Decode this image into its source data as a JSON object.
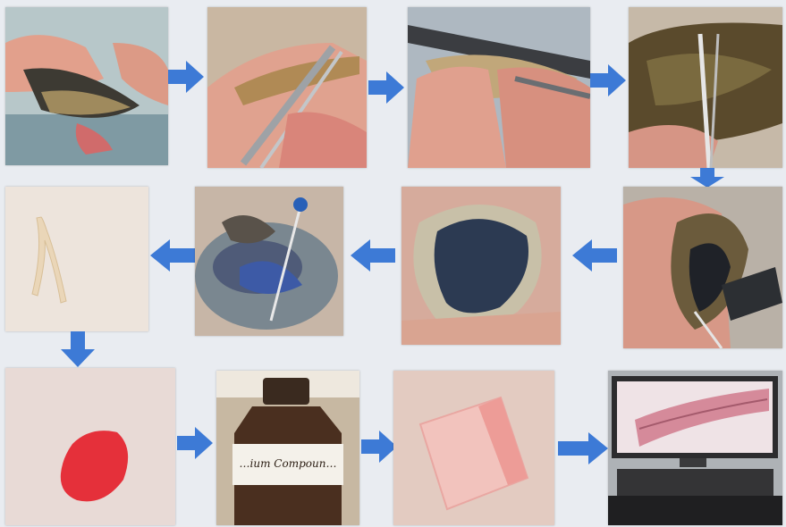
{
  "figure": {
    "steps": [
      {
        "name": "hold-fish"
      },
      {
        "name": "cut-with-scissors"
      },
      {
        "name": "open-body"
      },
      {
        "name": "cut-head-region"
      },
      {
        "name": "open-mouth-side"
      },
      {
        "name": "open-mouth"
      },
      {
        "name": "pinned-tissue"
      },
      {
        "name": "extracted-tissue"
      },
      {
        "name": "stained-tissue"
      },
      {
        "name": "reagent-bottle"
      },
      {
        "name": "slide"
      },
      {
        "name": "microscope-monitor"
      }
    ],
    "bottle_label_text": "…ium Compoun…",
    "arrow_color": "#3d7ad6",
    "arrows": [
      {
        "direction": "right"
      },
      {
        "direction": "right"
      },
      {
        "direction": "right"
      },
      {
        "direction": "down"
      },
      {
        "direction": "left"
      },
      {
        "direction": "left"
      },
      {
        "direction": "left"
      },
      {
        "direction": "down"
      },
      {
        "direction": "right"
      },
      {
        "direction": "right"
      },
      {
        "direction": "right"
      }
    ]
  }
}
